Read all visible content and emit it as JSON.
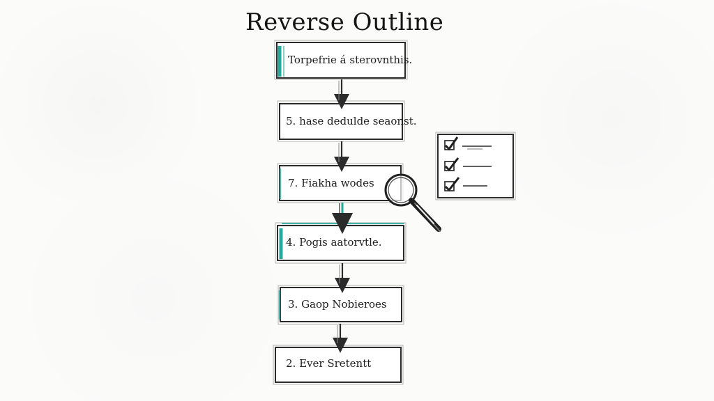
{
  "diagram": {
    "title": "Reverse Outline",
    "steps": [
      {
        "label": "Torpefrie á sterovnthis."
      },
      {
        "label": "5. hasе dedulde seaonst."
      },
      {
        "label": "7. Fiakha wodes"
      },
      {
        "label": "4. Pogis aatorvtle."
      },
      {
        "label": "3. Gaop Nobieroes"
      },
      {
        "label": "2. Ever Sretentt"
      }
    ],
    "accent_color": "#27a89c",
    "icons": [
      "magnifier-icon",
      "checklist-icon",
      "checkmark-icon"
    ]
  }
}
